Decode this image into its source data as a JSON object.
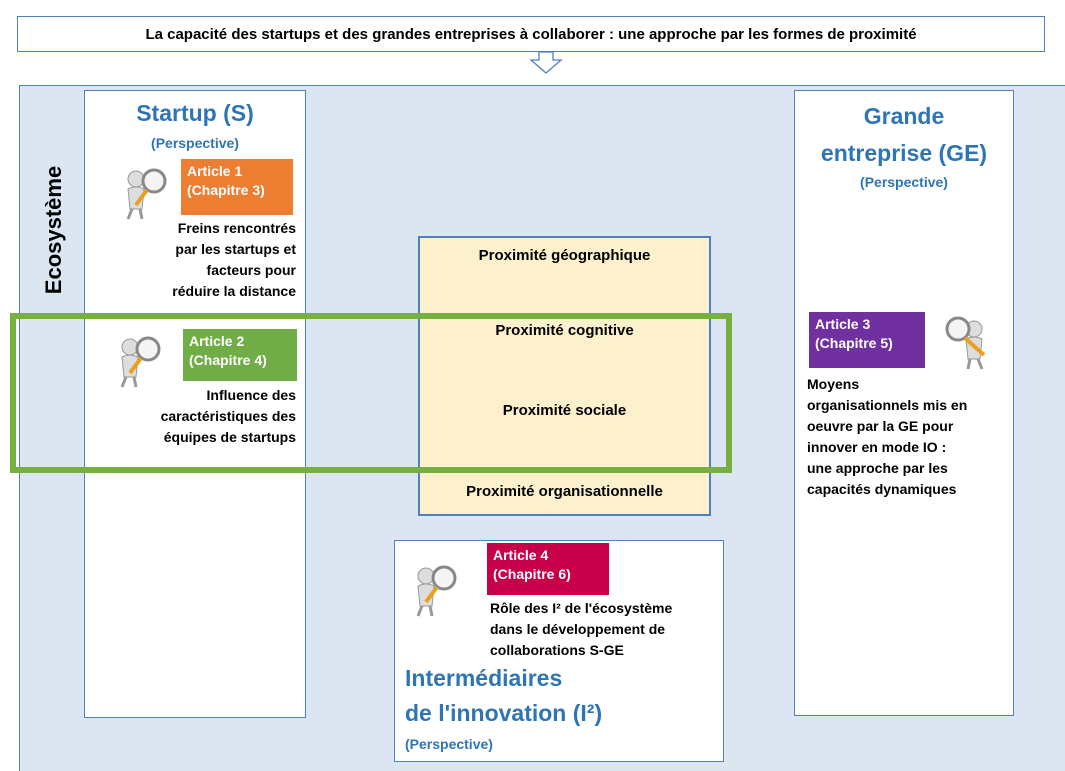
{
  "title": "La capacité des startups et des grandes entreprises à collaborer : une approche par les formes de proximité",
  "ecosystem_label": "Ecosystème",
  "colors": {
    "ecosystem_bg": "#dce6f2",
    "blue_text": "#2e75b6",
    "border_blue": "#4f81bd",
    "proximity_bg": "#fdf0cc",
    "green_frame": "#77b041",
    "article1": "#ed7d31",
    "article2": "#70ad47",
    "article3": "#7030a0",
    "article4": "#c8004a"
  },
  "startup": {
    "title": "Startup (S)",
    "perspective": "(Perspective)",
    "article1": {
      "tag_line1": "Article 1",
      "tag_line2": "(Chapitre 3)",
      "desc_lines": [
        "Freins rencontrés",
        "par les startups et",
        "facteurs pour",
        "réduire la distance"
      ]
    },
    "article2": {
      "tag_line1": "Article 2",
      "tag_line2": "(Chapitre 4)",
      "desc_lines": [
        "Influence des",
        "caractéristiques des",
        "équipes de startups"
      ]
    }
  },
  "grande_entreprise": {
    "title_line1": "Grande",
    "title_line2": "entreprise (GE)",
    "perspective": "(Perspective)",
    "article3": {
      "tag_line1": "Article 3",
      "tag_line2": "(Chapitre 5)",
      "desc_lines": [
        "Moyens",
        "organisationnels mis en",
        "oeuvre par la GE pour",
        "innover en mode IO :",
        "une approche par les",
        "capacités dynamiques"
      ]
    }
  },
  "proximities": {
    "geographique": "Proximité géographique",
    "cognitive": "Proximité cognitive",
    "sociale": "Proximité sociale",
    "organisationnelle": "Proximité organisationnelle"
  },
  "intermediaires": {
    "title_line1": "Intermédiaires",
    "title_line2": "de l'innovation (I²)",
    "perspective": "(Perspective)",
    "article4": {
      "tag_line1": "Article 4",
      "tag_line2": "(Chapitre 6)",
      "desc_lines": [
        "Rôle des I² de l'écosystème",
        "dans le développement de",
        "collaborations S-GE"
      ]
    }
  },
  "icons": [
    "magnifier-person-icon",
    "arrow-down-icon"
  ]
}
